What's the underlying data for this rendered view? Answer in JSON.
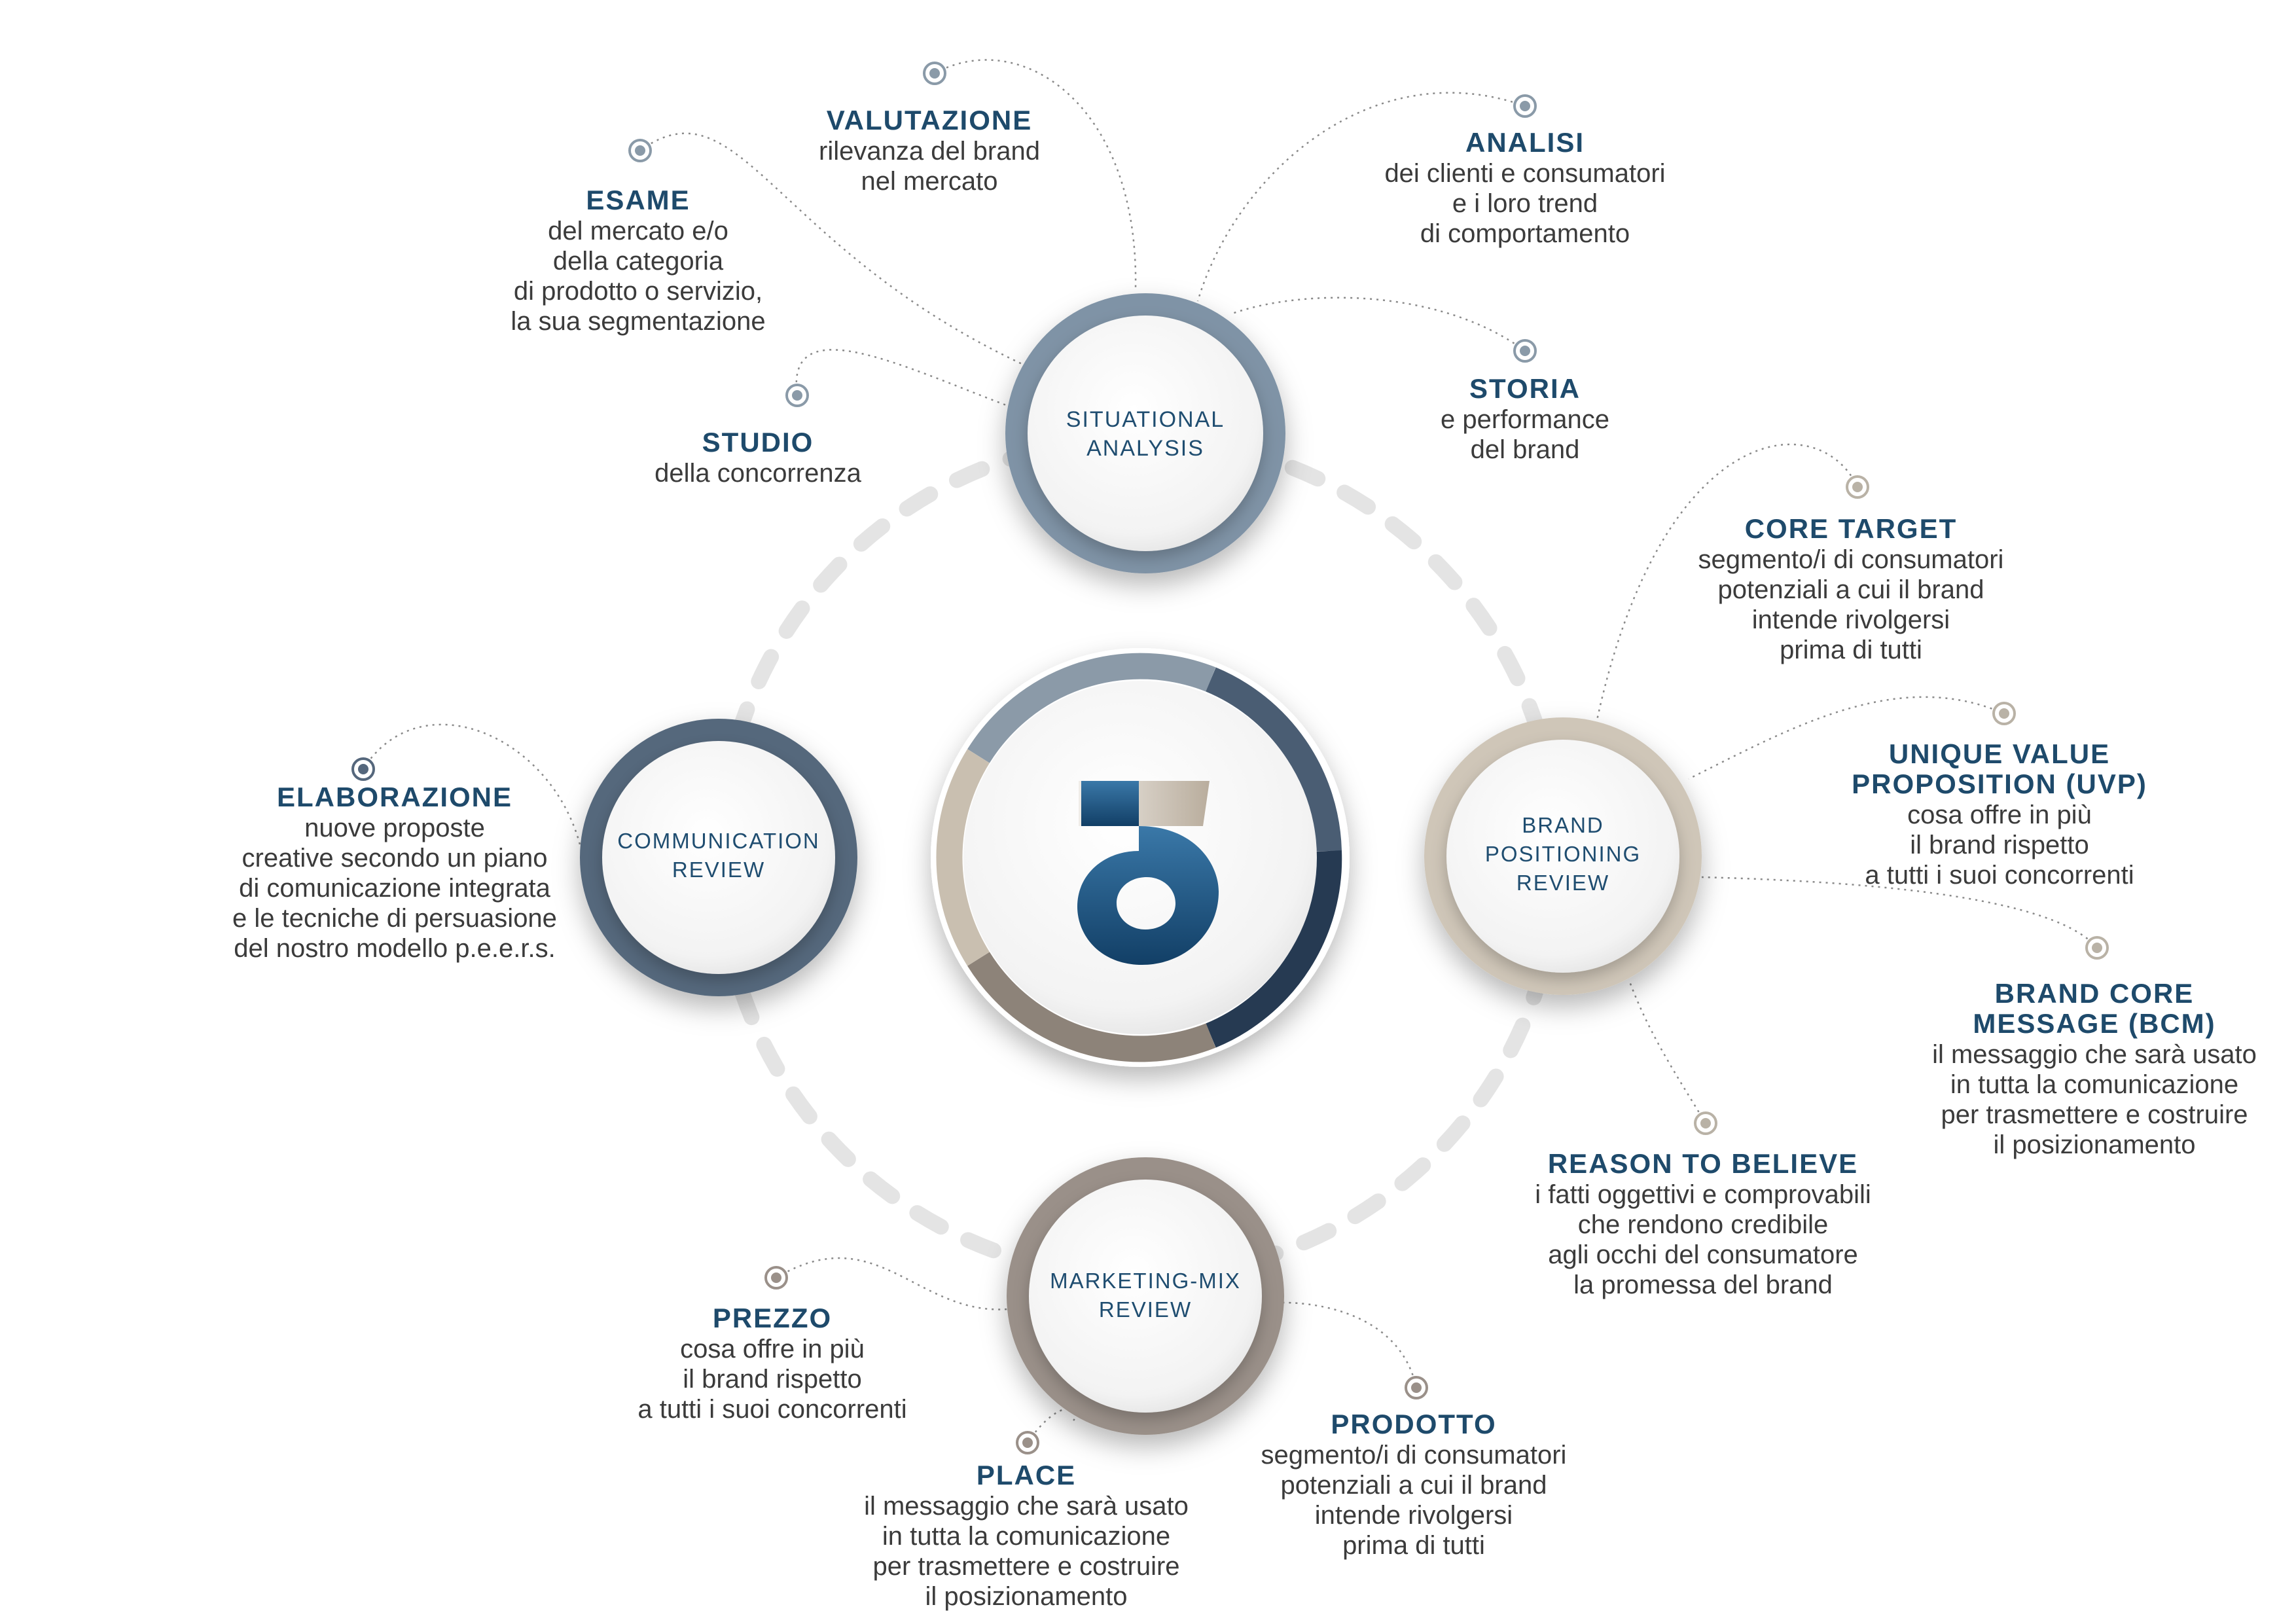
{
  "colors": {
    "situational": "#7f93a6",
    "brand": "#cfc6b8",
    "marketing": "#9a9089",
    "communication": "#55677c",
    "title": "#1e4a6b",
    "body": "#3b3b3b",
    "logo": "#1f5a8a"
  },
  "hubs": {
    "situational": [
      "SITUATIONAL",
      "ANALYSIS"
    ],
    "brand": [
      "BRAND",
      "POSITIONING",
      "REVIEW"
    ],
    "marketing": [
      "MARKETING-MIX",
      "REVIEW"
    ],
    "communication": [
      "COMMUNICATION",
      "REVIEW"
    ]
  },
  "labels": {
    "valutazione": {
      "title": "VALUTAZIONE",
      "lines": [
        "rilevanza del brand",
        "nel mercato"
      ]
    },
    "esame": {
      "title": "ESAME",
      "lines": [
        "del mercato e/o",
        "della categoria",
        "di prodotto o servizio,",
        "la sua segmentazione"
      ]
    },
    "analisi": {
      "title": "ANALISI",
      "lines": [
        "dei clienti e consumatori",
        "e i loro trend",
        "di comportamento"
      ]
    },
    "storia": {
      "title": "STORIA",
      "lines": [
        "e performance",
        "del brand"
      ]
    },
    "studio": {
      "title": "STUDIO",
      "lines": [
        "della concorrenza"
      ]
    },
    "core_target": {
      "title": "CORE TARGET",
      "lines": [
        "segmento/i di consumatori",
        "potenziali a cui il brand",
        "intende rivolgersi",
        "prima di tutti"
      ]
    },
    "uvp": {
      "title": "UNIQUE VALUE",
      "title2": "PROPOSITION (UVP)",
      "lines": [
        "cosa offre in più",
        "il brand rispetto",
        "a tutti i suoi concorrenti"
      ]
    },
    "bcm": {
      "title": "BRAND CORE",
      "title2": "MESSAGE (BCM)",
      "lines": [
        "il messaggio che sarà usato",
        "in tutta la comunicazione",
        "per trasmettere e costruire",
        "il posizionamento"
      ]
    },
    "reason": {
      "title": "REASON TO BELIEVE",
      "lines": [
        "i fatti oggettivi e comprovabili",
        "che rendono credibile",
        "agli occhi del consumatore",
        "la promessa del brand"
      ]
    },
    "elaborazione": {
      "title": "ELABORAZIONE",
      "lines": [
        "nuove proposte",
        "creative secondo un piano",
        "di comunicazione integrata",
        "e le tecniche di persuasione",
        "del nostro modello p.e.e.r.s."
      ]
    },
    "prezzo": {
      "title": "PREZZO",
      "lines": [
        "cosa offre in più",
        "il brand rispetto",
        "a tutti i suoi concorrenti"
      ]
    },
    "place": {
      "title": "PLACE",
      "lines": [
        "il messaggio che sarà usato",
        "in tutta la comunicazione",
        "per trasmettere e costruire",
        "il posizionamento"
      ]
    },
    "prodotto": {
      "title": "PRODOTTO",
      "lines": [
        "segmento/i di consumatori",
        "potenziali a cui il brand",
        "intende rivolgersi",
        "prima di tutti"
      ]
    }
  }
}
